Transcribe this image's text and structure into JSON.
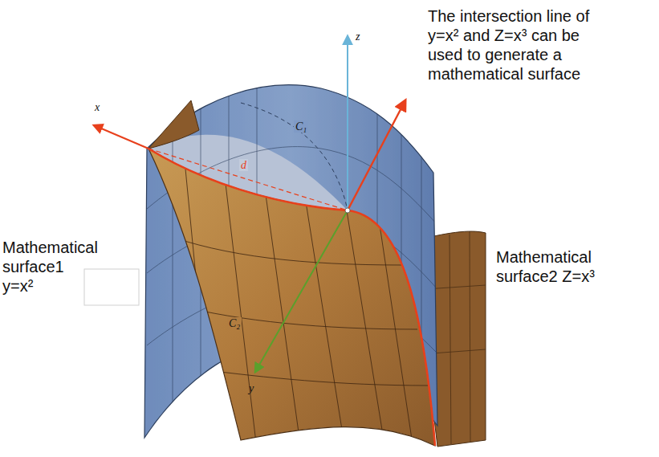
{
  "diagram": {
    "labels": [
      "The intersection line of y=x² and Z=x³ can be used to generate a mathematical surface",
      "z",
      "x",
      "C₁",
      "d",
      "Mathematical surface1 y=x²",
      "C₂",
      "Mathematical surface2 Z=x³",
      "y"
    ]
  }
}
